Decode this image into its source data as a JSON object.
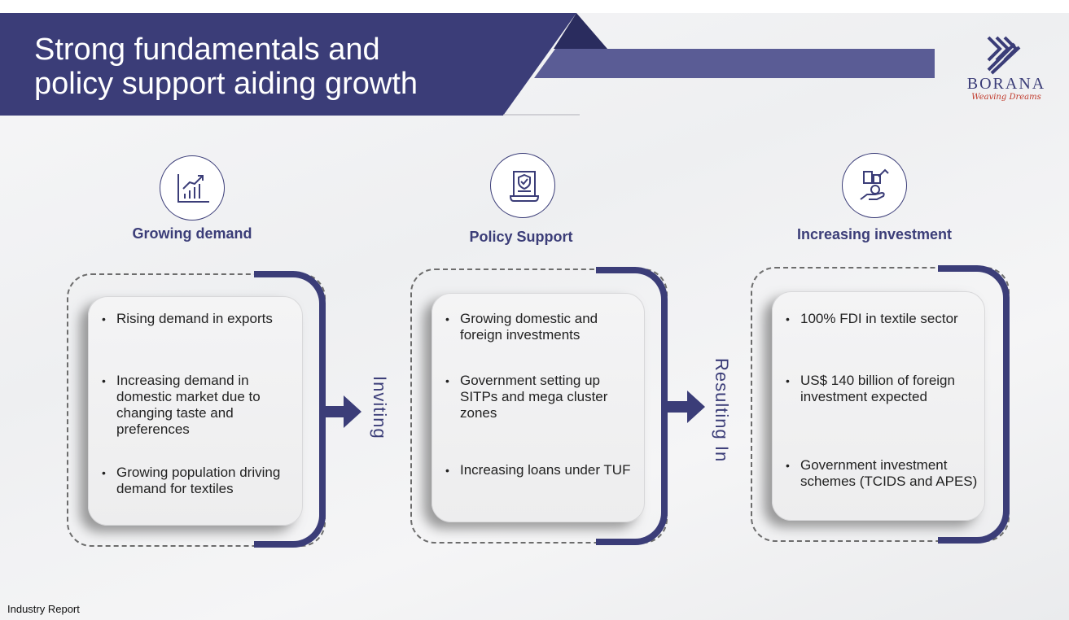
{
  "header": {
    "title_line1": "Strong fundamentals and",
    "title_line2": "policy support aiding growth"
  },
  "logo": {
    "word": "BORANA",
    "tagline": "Weaving Dreams"
  },
  "colors": {
    "navy": "#3b3d78",
    "accent_bar": "#5a5c95",
    "tagline_red": "#c0392b"
  },
  "columns": [
    {
      "title": "Growing demand",
      "icon": "growth-chart-icon",
      "bullets": [
        "Rising demand in exports",
        "Increasing demand in domestic market due to changing taste and preferences",
        "Growing population driving demand for textiles"
      ]
    },
    {
      "title": "Policy Support",
      "icon": "policy-document-shield-icon",
      "bullets": [
        "Growing domestic and foreign investments",
        "Government setting up SITPs and mega cluster zones",
        "Increasing loans under TUF"
      ]
    },
    {
      "title": "Increasing investment",
      "icon": "investment-hand-icon",
      "bullets": [
        "100% FDI in textile sector",
        "US$ 140 billion of foreign investment expected",
        "Government investment schemes (TCIDS and APES)"
      ]
    }
  ],
  "connectors": {
    "first": "Inviting",
    "second": "Resulting In"
  },
  "footer": {
    "source": "Industry Report"
  }
}
